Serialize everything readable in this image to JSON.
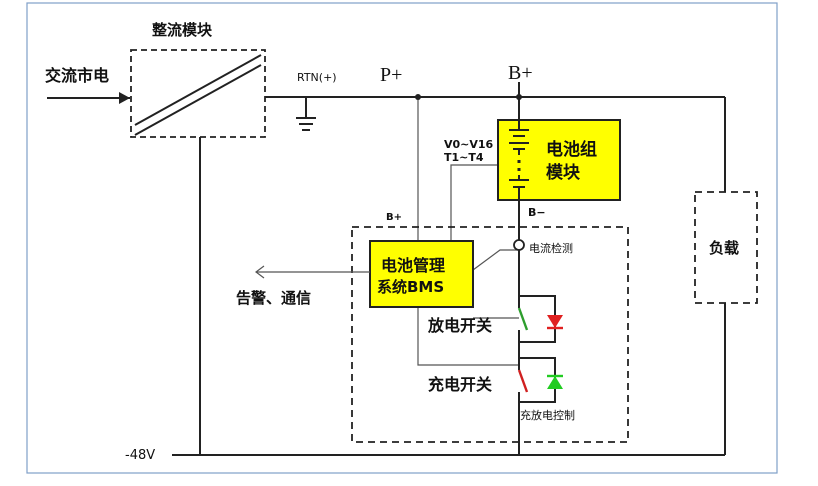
{
  "labels": {
    "ac_input": "交流市电",
    "rectifier_title": "整流模块",
    "rtn": "RTN(+)",
    "p_plus": "P+",
    "b_plus_top": "B+",
    "voltage_label": "V0~V16",
    "temp_label": "T1~T4",
    "battery_pack_line1": "电池组",
    "battery_pack_line2": "模块",
    "b_plus_small": "B+",
    "b_minus": "B−",
    "current_detect": "电流检测",
    "bms_line1": "电池管理",
    "bms_line2": "系统BMS",
    "alarm_comm": "告警、通信",
    "discharge_switch": "放电开关",
    "charge_switch": "充电开关",
    "charge_discharge_control": "充放电控制",
    "load": "负载",
    "neg_48v": "-48V"
  },
  "colors": {
    "module_fill": "#ffff00",
    "line": "#222222",
    "discharge_diode": "#e02020",
    "charge_diode": "#22cc22",
    "switch_green": "#2e9e2e",
    "switch_red": "#d02020"
  }
}
